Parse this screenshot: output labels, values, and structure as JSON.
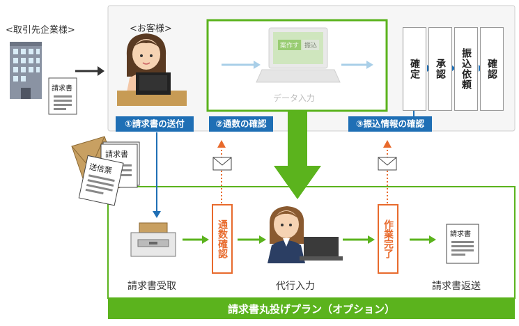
{
  "labels": {
    "partner": "<取引先企業様>",
    "customer": "<お客様>",
    "data_entry": "データ入力",
    "invoice_receive": "請求書受取",
    "proxy_entry": "代行入力",
    "invoice_return": "請求書返送"
  },
  "badges": {
    "step1": "①請求書の送付",
    "step2": "②通数の確認",
    "step3": "③振込情報の確認"
  },
  "approval_steps": [
    "確定",
    "承認",
    "振込依頼",
    "確認"
  ],
  "orange_boxes": {
    "count_check": "通数確認",
    "work_done": "作業完了"
  },
  "document_labels": {
    "invoice": "請求書",
    "invoice_stack": "請求書",
    "delivery_slip": "送信票"
  },
  "screen_buttons": {
    "btn_a": "案作す",
    "btn_b": "振込"
  },
  "plan_title": "請求書丸投げプラン（オプション）",
  "colors": {
    "green": "#5bb31d",
    "blue": "#1f6fb5",
    "orange": "#e86a2c",
    "light_blue_arrow": "#a9cfe8"
  }
}
